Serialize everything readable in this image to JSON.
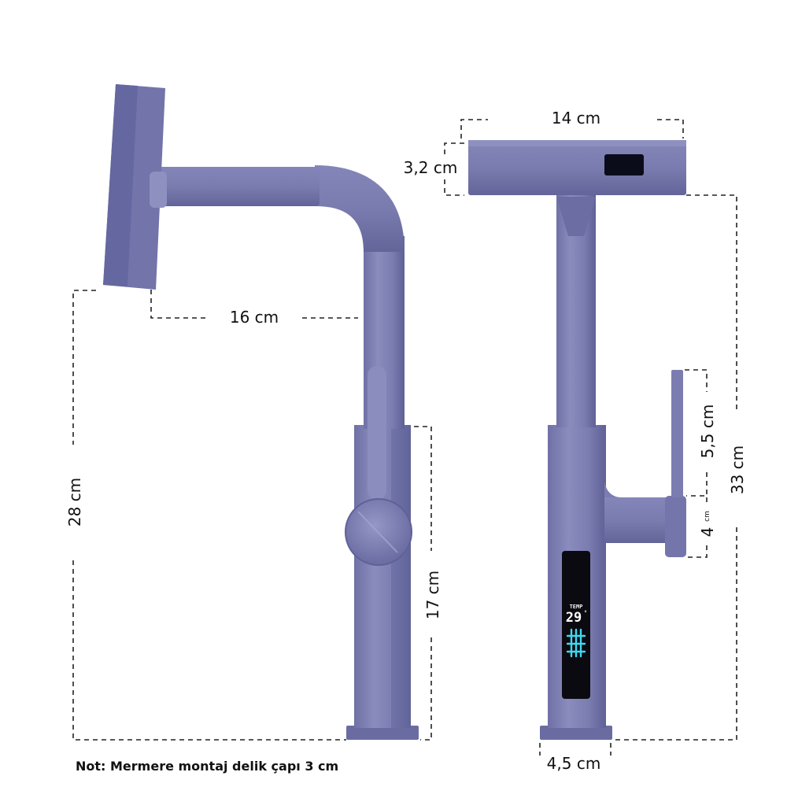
{
  "colors": {
    "faucet_body": "#7d7fb2",
    "faucet_dark": "#5d5f92",
    "faucet_light": "#9a9cc8",
    "display_bg": "#0a0a10",
    "display_accent": "#3fd8f0",
    "dimension_line": "#222222"
  },
  "side_view": {
    "dimensions": {
      "spout_reach": "16 cm",
      "total_height": "28 cm",
      "body_height": "17 cm"
    }
  },
  "front_view": {
    "dimensions": {
      "head_width": "14 cm",
      "head_height": "3,2 cm",
      "handle_height": "5,5 cm",
      "handle_depth_value": "4",
      "handle_depth_unit": "cm",
      "total_height": "33 cm",
      "base_width": "4,5 cm"
    },
    "display": {
      "label": "TEMP",
      "temperature": "29",
      "unit": "°"
    }
  },
  "footer": {
    "note": "Not: Mermere montaj delik çapı 3 cm"
  }
}
